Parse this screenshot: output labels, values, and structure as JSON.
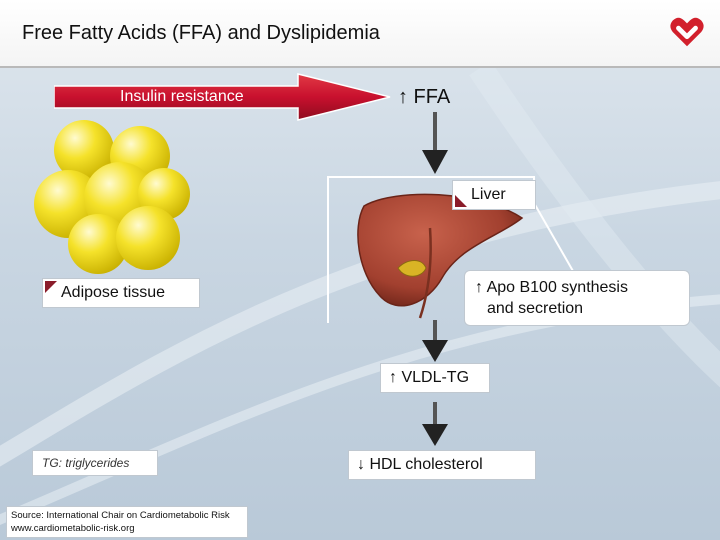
{
  "title": "Free Fatty Acids (FFA) and Dyslipidemia",
  "labels": {
    "insulin": "Insulin resistance",
    "ffa": "↑ FFA",
    "liver": "Liver",
    "adipose": "Adipose tissue",
    "apo_line1": "↑ Apo B100 synthesis",
    "apo_line2": "and secretion",
    "vldl": "↑ VLDL-TG",
    "hdl": "↓ HDL cholesterol"
  },
  "footnote": "TG: triglycerides",
  "source": {
    "line1": "Source: International Chair on Cardiometabolic Risk",
    "line2": "www.cardiometabolic-risk.org"
  },
  "colors": {
    "accent_red": "#c8102e",
    "logo_red": "#d2202c",
    "fat_yellow": "#f5e22a",
    "liver_brown": "#a2402f"
  },
  "icons": {
    "logo": "heart-logo-icon"
  }
}
